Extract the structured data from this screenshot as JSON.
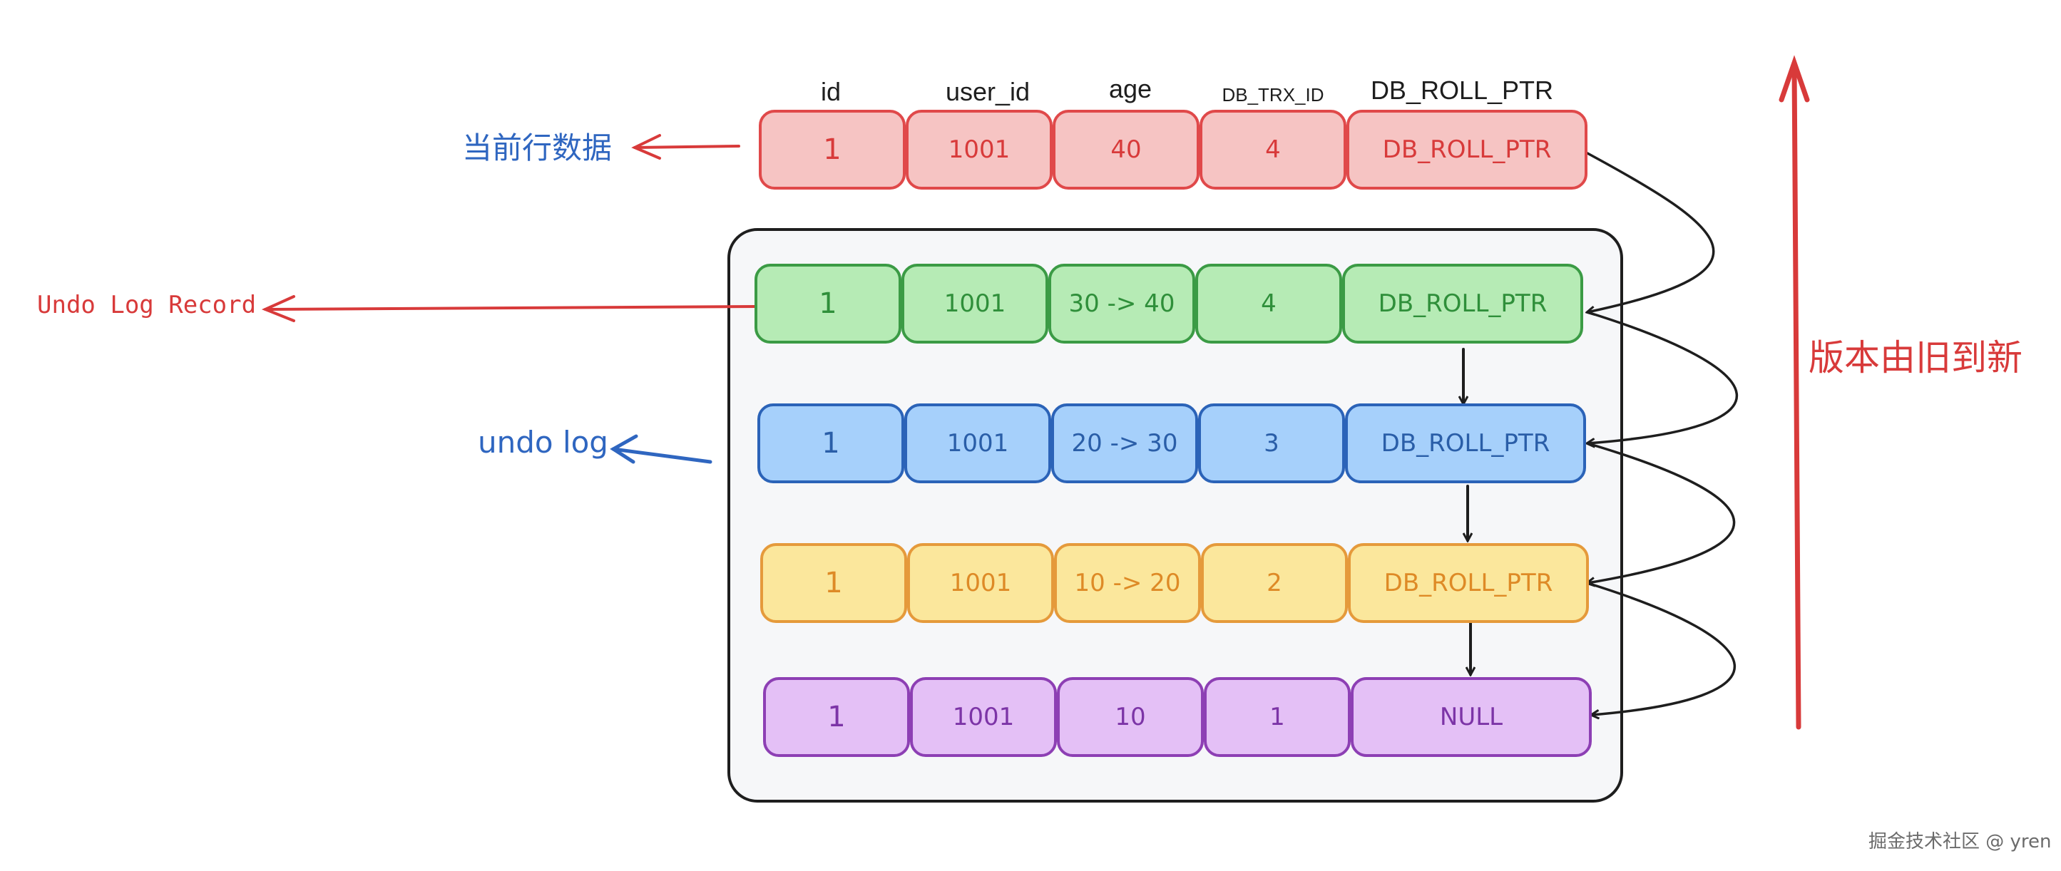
{
  "headers": {
    "id": "id",
    "user_id": "user_id",
    "age": "age",
    "db_trx_id": "DB_TRX_ID",
    "db_roll_ptr": "DB_ROLL_PTR"
  },
  "rows": [
    {
      "id": "1",
      "user_id": "1001",
      "age": "40",
      "db_trx_id": "4",
      "db_roll_ptr": "DB_ROLL_PTR"
    },
    {
      "id": "1",
      "user_id": "1001",
      "age": "30 -> 40",
      "db_trx_id": "4",
      "db_roll_ptr": "DB_ROLL_PTR"
    },
    {
      "id": "1",
      "user_id": "1001",
      "age": "20 -> 30",
      "db_trx_id": "3",
      "db_roll_ptr": "DB_ROLL_PTR"
    },
    {
      "id": "1",
      "user_id": "1001",
      "age": "10 -> 20",
      "db_trx_id": "2",
      "db_roll_ptr": "DB_ROLL_PTR"
    },
    {
      "id": "1",
      "user_id": "1001",
      "age": "10",
      "db_trx_id": "1",
      "db_roll_ptr": "NULL"
    }
  ],
  "labels": {
    "current_row": "当前行数据",
    "undo_log_record": "Undo Log Record",
    "undo_log": "undo log",
    "version_order": "版本由旧到新"
  },
  "watermark": "掘金技术社区 @ yren",
  "colors": {
    "current_row": "#e0494a",
    "row_green": "#3b9b45",
    "row_blue": "#2b63b8",
    "row_yellow": "#e59a3b",
    "row_purple": "#8d3fb4",
    "label_blue": "#2f66c0",
    "label_red": "#d83a3a"
  }
}
